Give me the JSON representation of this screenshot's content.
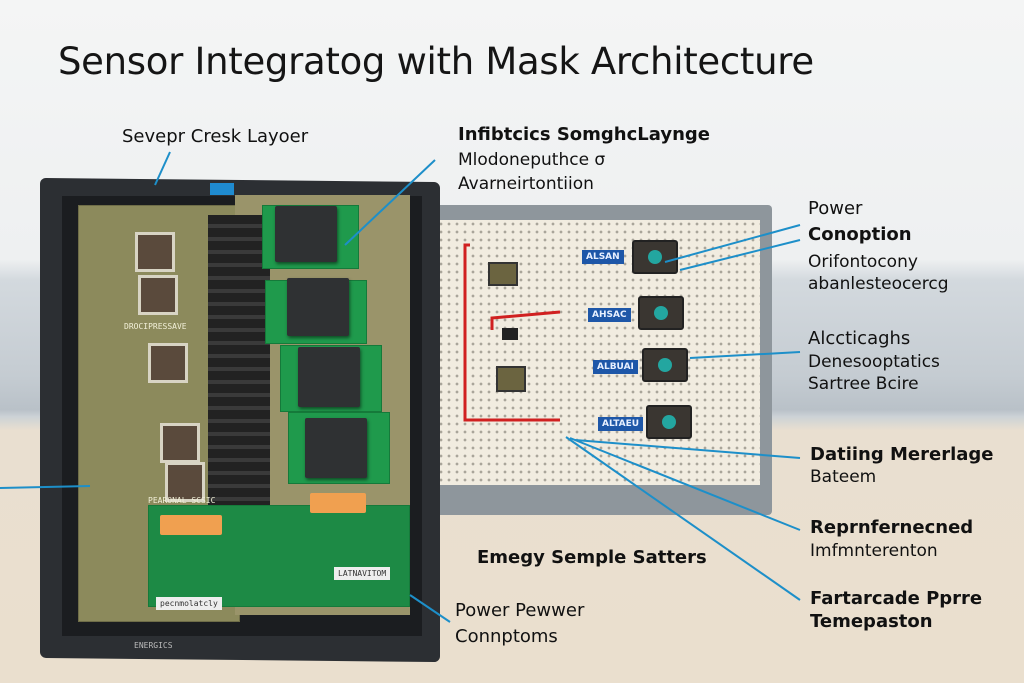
{
  "title": "Sensor Integratog with Mask Architecture",
  "labels": {
    "top_left": "Sevepr Cresk Layoer",
    "top_center": {
      "heading": "Infibtcics SomghcLaynge",
      "line1": "Mlodoneputhce σ",
      "line2": "Avarneirtontiion"
    },
    "right_1": {
      "heading1": "Power",
      "heading2": "Conoption",
      "line1": "Orifontocony",
      "line2": "abanlesteocercg"
    },
    "right_2": {
      "heading": "Alccticaghs",
      "line1": "Denesooptatics",
      "line2": "Sartree Bcire"
    },
    "right_3": {
      "heading": "Datiing Mererlage",
      "line2": "Bateem"
    },
    "right_4": {
      "heading": "Reprnfernecned",
      "line1": "Imfmnterenton"
    },
    "right_5": {
      "heading": "Fartarcade Pprre",
      "line2": "Temepaston"
    },
    "bottom_center": "Emegy Semple Satters",
    "bottom_left": {
      "line1": "Power Pewwer",
      "line2": "Connptoms"
    }
  },
  "board_text": {
    "silk_1": "DROCIPRESSAVE",
    "silk_2": "PEARONAL SCSIC",
    "sticker_1": "LATNAVITOM",
    "sticker_2": "pecnmolatcly",
    "brand": "ENERGICS"
  },
  "module_labels": [
    "ALSAN",
    "AHSAC",
    "ALBUAI",
    "ALTAEU"
  ],
  "colors": {
    "leader_line": "#1d8fc9",
    "pcb_green": "#1f9a4c",
    "module_blue": "#1e57a8"
  }
}
